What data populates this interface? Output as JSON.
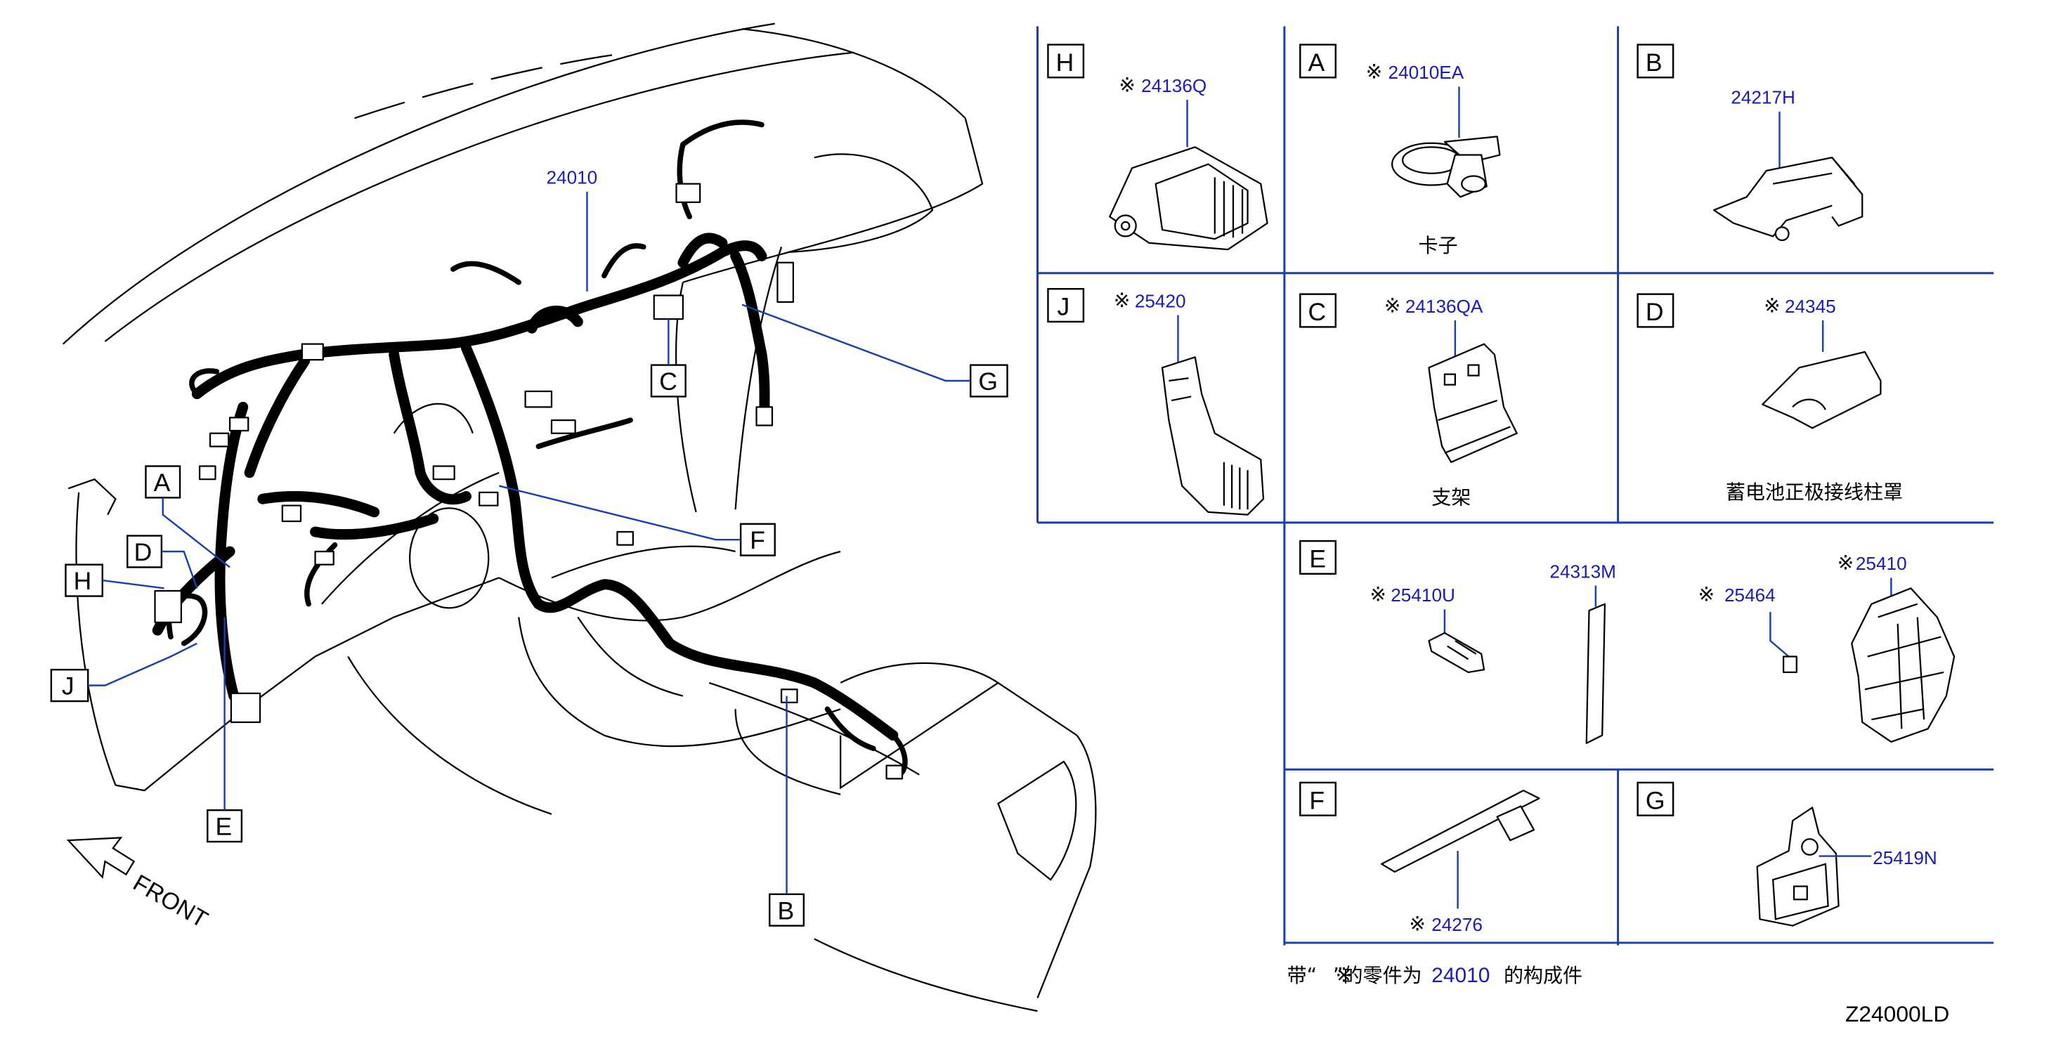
{
  "diagram_id": "Z24000LD",
  "front_label": "FRONT",
  "main_part": "24010",
  "callouts": {
    "A": "A",
    "B": "B",
    "C": "C",
    "D": "D",
    "E": "E",
    "F": "F",
    "G": "G",
    "H": "H",
    "J": "J"
  },
  "mark": "※",
  "panels": {
    "H": {
      "label": "H",
      "part": "24136Q"
    },
    "A": {
      "label": "A",
      "part": "24010EA",
      "caption": "卡子"
    },
    "B": {
      "label": "B",
      "part": "24217H"
    },
    "J": {
      "label": "J",
      "part": "25420"
    },
    "C": {
      "label": "C",
      "part": "24136QA",
      "caption": "支架"
    },
    "D": {
      "label": "D",
      "part": "24345",
      "caption": "蓄电池正极接线柱罩"
    },
    "E": {
      "label": "E",
      "parts": [
        "25410U",
        "24313M",
        "25464",
        "25410"
      ]
    },
    "F": {
      "label": "F",
      "part": "24276"
    },
    "G": {
      "label": "G",
      "part": "25419N"
    }
  },
  "footnote": {
    "prefix": "带“",
    "mark": "※",
    "middle": "”的零件为",
    "part": "24010",
    "suffix": "的构成件"
  }
}
